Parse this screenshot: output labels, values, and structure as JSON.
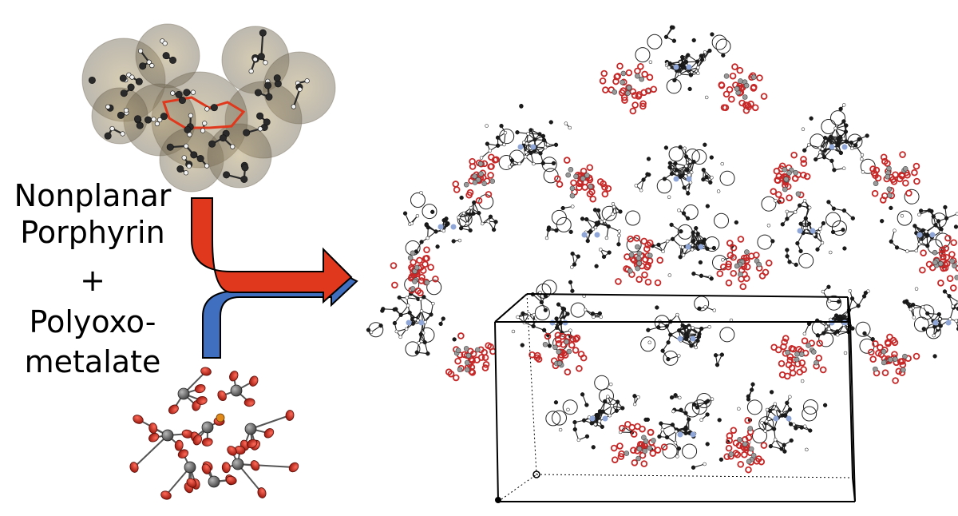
{
  "labels": {
    "line1": "Nonplanar",
    "line2": "Porphyrin",
    "plus": "+",
    "line4": "Polyoxo-",
    "line5": "metalate"
  },
  "colors": {
    "arrow_red": "#e0381d",
    "arrow_blue": "#3f6fbe",
    "oxygen": "#c62828",
    "carbon": "#1a1a1a",
    "nitrogen": "#8fa6d8",
    "metal": "#7a7a7a",
    "phosphorus": "#e08a1c",
    "porphyrin_halo": "#8a7a5a"
  },
  "icons": {
    "porphyrin": "porphyrin-molecule-icon",
    "polyoxometalate": "polyoxometalate-cluster-icon",
    "framework": "crystal-framework-icon"
  }
}
